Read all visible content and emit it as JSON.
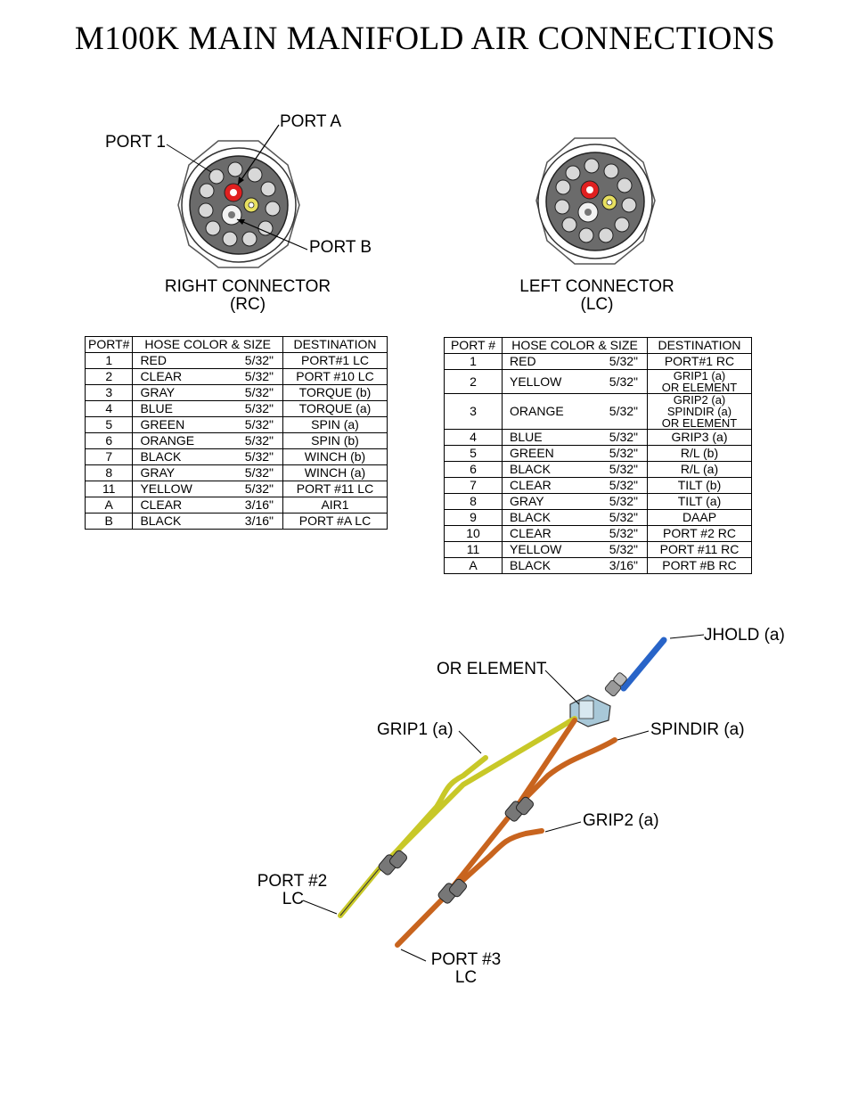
{
  "title": "M100K MAIN MANIFOLD AIR CONNECTIONS",
  "right_connector": {
    "label_line1": "RIGHT CONNECTOR",
    "label_line2": "(RC)",
    "callouts": {
      "port1": "PORT 1",
      "porta": "PORT A",
      "portb": "PORT B"
    },
    "headers": [
      "PORT#",
      "HOSE COLOR & SIZE",
      "DESTINATION"
    ],
    "rows": [
      {
        "port": "1",
        "color": "RED",
        "size": "5/32\"",
        "dest": "PORT#1 LC"
      },
      {
        "port": "2",
        "color": "CLEAR",
        "size": "5/32\"",
        "dest": "PORT #10 LC"
      },
      {
        "port": "3",
        "color": "GRAY",
        "size": "5/32\"",
        "dest": "TORQUE  (b)"
      },
      {
        "port": "4",
        "color": "BLUE",
        "size": "5/32\"",
        "dest": "TORQUE  (a)"
      },
      {
        "port": "5",
        "color": "GREEN",
        "size": "5/32\"",
        "dest": "SPIN  (a)"
      },
      {
        "port": "6",
        "color": "ORANGE",
        "size": "5/32\"",
        "dest": "SPIN  (b)"
      },
      {
        "port": "7",
        "color": "BLACK",
        "size": "5/32\"",
        "dest": "WINCH  (b)"
      },
      {
        "port": "8",
        "color": "GRAY",
        "size": "5/32\"",
        "dest": "WINCH  (a)"
      },
      {
        "port": "11",
        "color": "YELLOW",
        "size": "5/32\"",
        "dest": "PORT #11 LC"
      },
      {
        "port": "A",
        "color": "CLEAR",
        "size": "3/16\"",
        "dest": "AIR1"
      },
      {
        "port": "B",
        "color": "BLACK",
        "size": "3/16\"",
        "dest": "PORT #A LC"
      }
    ]
  },
  "left_connector": {
    "label_line1": "LEFT CONNECTOR",
    "label_line2": "(LC)",
    "headers": [
      "PORT #",
      "HOSE COLOR & SIZE",
      "DESTINATION"
    ],
    "rows": [
      {
        "port": "1",
        "color": "RED",
        "size": "5/32\"",
        "dest": [
          "PORT#1 RC"
        ]
      },
      {
        "port": "2",
        "color": "YELLOW",
        "size": "5/32\"",
        "dest": [
          "GRIP1  (a)",
          "OR ELEMENT"
        ]
      },
      {
        "port": "3",
        "color": "ORANGE",
        "size": "5/32\"",
        "dest": [
          "GRIP2  (a)",
          "SPINDIR (a)",
          "OR ELEMENT"
        ]
      },
      {
        "port": "4",
        "color": "BLUE",
        "size": "5/32\"",
        "dest": [
          "GRIP3  (a)"
        ]
      },
      {
        "port": "5",
        "color": "GREEN",
        "size": "5/32\"",
        "dest": [
          "R/L  (b)"
        ]
      },
      {
        "port": "6",
        "color": "BLACK",
        "size": "5/32\"",
        "dest": [
          "R/L  (a)"
        ]
      },
      {
        "port": "7",
        "color": "CLEAR",
        "size": "5/32\"",
        "dest": [
          "TILT  (b)"
        ]
      },
      {
        "port": "8",
        "color": "GRAY",
        "size": "5/32\"",
        "dest": [
          "TILT  (a)"
        ]
      },
      {
        "port": "9",
        "color": "BLACK",
        "size": "5/32\"",
        "dest": [
          "DAAP"
        ]
      },
      {
        "port": "10",
        "color": "CLEAR",
        "size": "5/32\"",
        "dest": [
          "PORT #2 RC"
        ]
      },
      {
        "port": "11",
        "color": "YELLOW",
        "size": "5/32\"",
        "dest": [
          "PORT #11 RC"
        ]
      },
      {
        "port": "A",
        "color": "BLACK",
        "size": "3/16\"",
        "dest": [
          "PORT #B RC"
        ]
      }
    ]
  },
  "hose_diagram": {
    "jhold": "JHOLD (a)",
    "or_element": "OR ELEMENT",
    "grip1": "GRIP1 (a)",
    "spindir": "SPINDIR (a)",
    "grip2": "GRIP2 (a)",
    "port2_line1": "PORT #2",
    "port2_line2": "LC",
    "port3_line1": "PORT #3",
    "port3_line2": "LC",
    "colors": {
      "yellow": "#c8c828",
      "orange": "#c8641e",
      "blue": "#2864c8"
    }
  }
}
